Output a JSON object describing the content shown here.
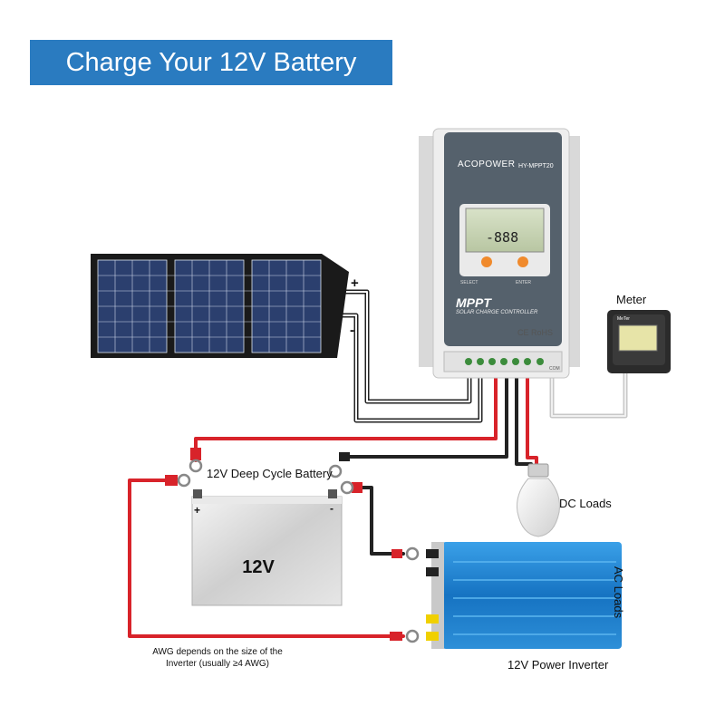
{
  "title": "Charge Your 12V Battery",
  "labels": {
    "battery": "12V Deep Cycle Battery",
    "battery_face": "12V",
    "meter": "Meter",
    "dc_loads": "DC Loads",
    "ac_loads": "AC Loads",
    "inverter": "12V Power Inverter",
    "awg_note": "AWG depends on the size of the Inverter (usually ≥4 AWG)",
    "panel_plus": "+",
    "panel_minus": "-",
    "battery_plus": "+",
    "battery_minus": "-"
  },
  "controller": {
    "brand": "ACOPOWER",
    "model": "HY-MPPT20",
    "lcd_reading": "-888",
    "select_label": "SELECT",
    "enter_label": "ENTER",
    "mppt": "MPPT",
    "subtitle": "SOLAR CHARGE CONTROLLER",
    "cert": "CE RoHS",
    "com_label": "COM"
  },
  "meter_device": {
    "brand": "MeTer"
  },
  "colors": {
    "title_bg": "#2a7bc0",
    "wire_red": "#d8232a",
    "wire_black": "#222222",
    "wire_gray": "#dcdcdc",
    "inverter_blue": "#1c86d6",
    "controller_face": "#55616c",
    "button_orange": "#f08a2c"
  }
}
